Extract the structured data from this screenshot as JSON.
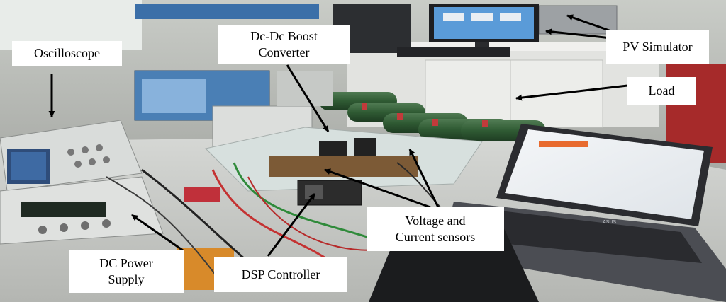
{
  "labels": {
    "oscilloscope": "Oscilloscope",
    "boost_converter": "Dc-Dc Boost\nConverter",
    "pv_simulator": "PV Simulator",
    "load": "Load",
    "voltage_current_sensors": "Voltage and\nCurrent sensors",
    "dc_power_supply": "DC Power\nSupply",
    "dsp_controller": "DSP Controller"
  },
  "laptop_brand": "ASUS"
}
